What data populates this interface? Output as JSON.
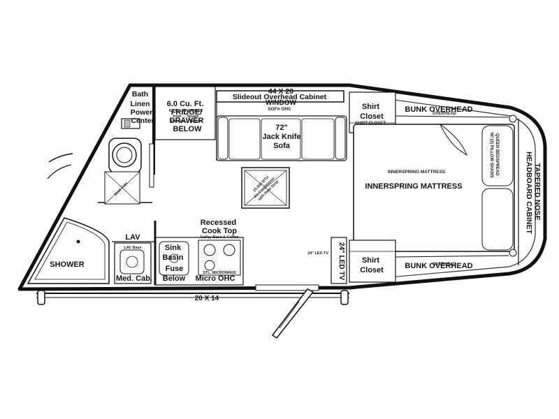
{
  "labels": {
    "bath_linen": [
      "Bath",
      "Linen",
      "Power",
      "Center"
    ],
    "fridge_size": "6.0 Cu. Ft.",
    "fridge_sub1": "6.0 Cu. Ft. FRIDGE",
    "fridge_sub2": "from ... Strage",
    "fridge_sub3": "Storage ... Below",
    "fridge_main": "FRIDGE/",
    "drawer": "DRAWER",
    "below": "BELOW",
    "window": "44 X 20",
    "window2": "WINDOW",
    "slideout": "Slideout Overhead Cabinet",
    "sofa_ohc": "SOFA OHC",
    "sofa_line1": "72\"",
    "sofa_line2": "Jack Knife",
    "sofa_line3": "Sofa",
    "ac_line1": "15,000 BTU",
    "ac_line2": "Air Conditioner",
    "ac_line3": "with Heat Strip",
    "shirt_closet_top": [
      "Shirt",
      "Closet"
    ],
    "shirt_closet_top_sub": "SHIRT CLOSET",
    "bunk_top": "BUNK OVERHEAD",
    "bunk_top_sub": "OVERHEAD",
    "mattress_small": "INNERSPRING MATTRESS",
    "mattress": "INNERSPRING MATTRESS",
    "queen_bedspread": [
      "QUEEN BEDSPREAD",
      "W/ (2) PILLOW SHAMS"
    ],
    "tapered_nose": [
      "TAPERED NOSE",
      "HEADBOARD CABINET"
    ],
    "vent_fan": "Vent Fan",
    "shower": "SHOWER",
    "lav": "LAV",
    "lav_sub": "LAV Base",
    "med_cab": "Med. Cab.",
    "sink": "Sink",
    "basin": "Basin",
    "fuse": "Fuse",
    "below2": "Below",
    "recessed1": "Recessed",
    "recessed2": "Cook Top",
    "recessed_sub": "Galley Base & Coffee",
    "micro_ohc": "Micro OHC",
    "micro_sub": "STL. MICROWAVE",
    "tv": "24\" LED TV",
    "tv_sub": "24\" LED TV",
    "shirt_closet_bottom": [
      "Shirt",
      "Closet"
    ],
    "bunk_bottom": "BUNK OVERHEAD",
    "bunk_bottom_sub": "OVERHEAD",
    "awning": "20 X 14"
  }
}
